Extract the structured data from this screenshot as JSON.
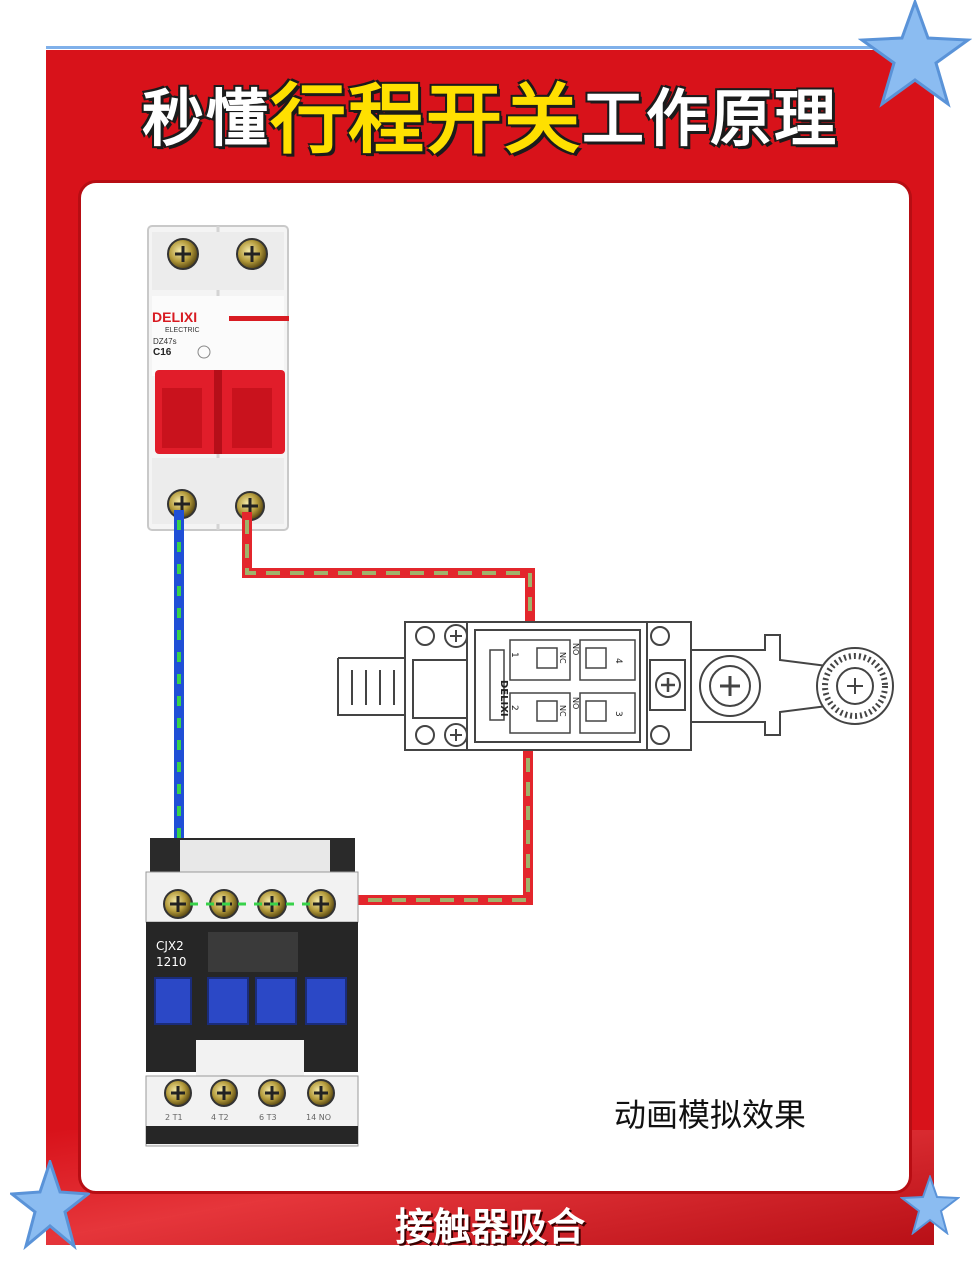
{
  "title": {
    "part1": "秒懂",
    "part2": "行程开关",
    "part3": "工作原理"
  },
  "breaker": {
    "brand": "DELIXI",
    "brand_sub": "ELECTRIC",
    "model": "DZ47s",
    "rating": "C16"
  },
  "limit_switch": {
    "brand": "DELIXI",
    "contact_top_label": "NC",
    "contact_top_alt": "NO",
    "contact_bottom_label": "NC",
    "contact_bottom_alt": "NO",
    "terminal_1": "1",
    "terminal_2": "2",
    "terminal_3": "3",
    "terminal_4": "4"
  },
  "contactor": {
    "model_line1": "CJX2",
    "model_line2": "1210",
    "bottom_terminals": [
      "2 T1",
      "4 T2",
      "6 T3",
      "14 NO"
    ]
  },
  "note": "动画模拟效果",
  "caption": "接触器吸合",
  "colors": {
    "frame_red": "#d8121a",
    "title_yellow": "#ffe000",
    "live_wire": "#e3262c",
    "neutral_wire": "#1f4fd6",
    "current_dash": "#38d24a"
  }
}
